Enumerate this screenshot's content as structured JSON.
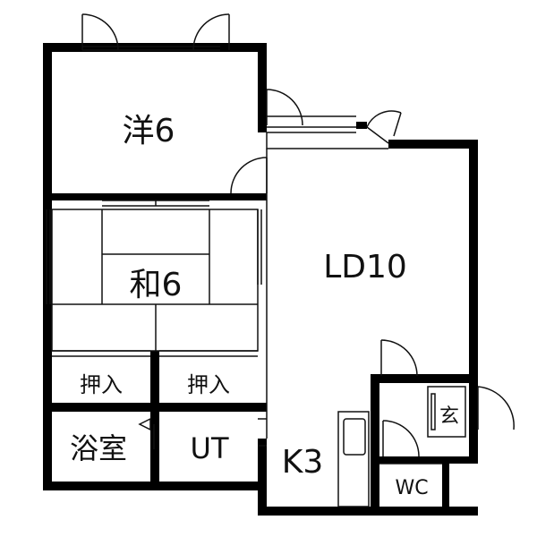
{
  "rooms": {
    "western_room": "洋6",
    "japanese_room": "和6",
    "closet_left": "押入",
    "closet_right": "押入",
    "bathroom": "浴室",
    "utility": "UT",
    "living_dining": "LD10",
    "kitchen": "K3",
    "entrance": "玄",
    "toilet": "WC"
  },
  "colors": {
    "wall": "#000000",
    "line": "#111111",
    "background": "#ffffff"
  }
}
